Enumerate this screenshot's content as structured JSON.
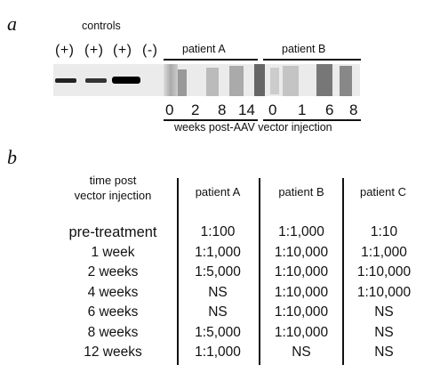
{
  "panel_a": {
    "letter": "a",
    "controls_label": "controls",
    "lane_labels": [
      "(+)",
      "(+)",
      "(+)",
      "(-)"
    ],
    "patient_a_label": "patient A",
    "patient_b_label": "patient B",
    "patient_a_weeks": [
      "0",
      "2",
      "8",
      "14"
    ],
    "patient_b_weeks": [
      "0",
      "1",
      "6",
      "8"
    ],
    "xaxis_caption": "weeks post-AAV vector injection"
  },
  "panel_b": {
    "letter": "b",
    "row_header_line1": "time post",
    "row_header_line2": "vector injection",
    "columns": [
      "patient A",
      "patient B",
      "patient C"
    ],
    "rows": [
      {
        "label": "pre-treatment",
        "values": [
          "1:100",
          "1:1,000",
          "1:10"
        ]
      },
      {
        "label": "1 week",
        "values": [
          "1:1,000",
          "1:10,000",
          "1:1,000"
        ]
      },
      {
        "label": "2 weeks",
        "values": [
          "1:5,000",
          "1:10,000",
          "1:10,000"
        ]
      },
      {
        "label": "4 weeks",
        "values": [
          "NS",
          "1:10,000",
          "1:10,000"
        ]
      },
      {
        "label": "6 weeks",
        "values": [
          "NS",
          "1:10,000",
          "NS"
        ]
      },
      {
        "label": "8 weeks",
        "values": [
          "1:5,000",
          "1:10,000",
          "NS"
        ]
      },
      {
        "label": "12 weeks",
        "values": [
          "1:1,000",
          "NS",
          "NS"
        ]
      }
    ]
  }
}
